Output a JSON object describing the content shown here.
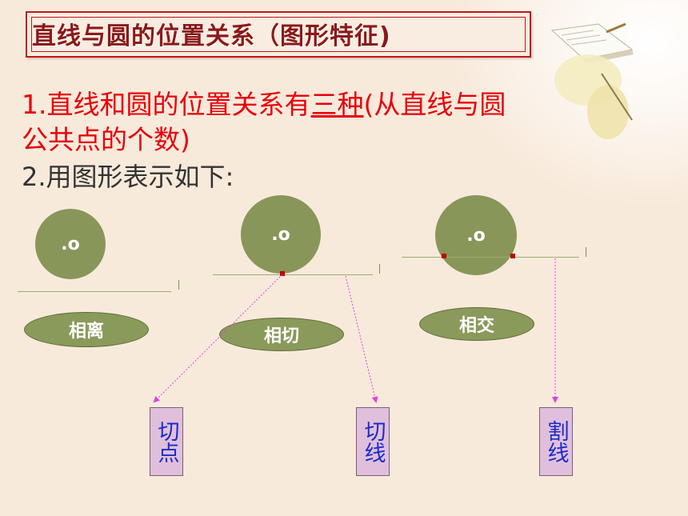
{
  "title": "直线与圆的位置关系（图形特征)",
  "point1": {
    "prefix": "1.直线和圆的位置关系有",
    "highlight": "三种",
    "suffix": "(从直线与圆",
    "continuation": "公共点的个数)"
  },
  "point2": "2.用图形表示如下:",
  "diagrams": [
    {
      "circle_label": ".o",
      "relation": "相离"
    },
    {
      "circle_label": ".o",
      "relation": "相切"
    },
    {
      "circle_label": ".o",
      "relation": "相交"
    }
  ],
  "terms": [
    {
      "label": "切点"
    },
    {
      "label": "切线"
    },
    {
      "label": "割线"
    }
  ],
  "colors": {
    "title_border": "#c0161a",
    "body_red": "#e8000a",
    "circle_fill": "#88965a",
    "term_box_fill": "#e0bfdc",
    "term_text": "#1a2bc8",
    "arrow": "#e040e0"
  }
}
